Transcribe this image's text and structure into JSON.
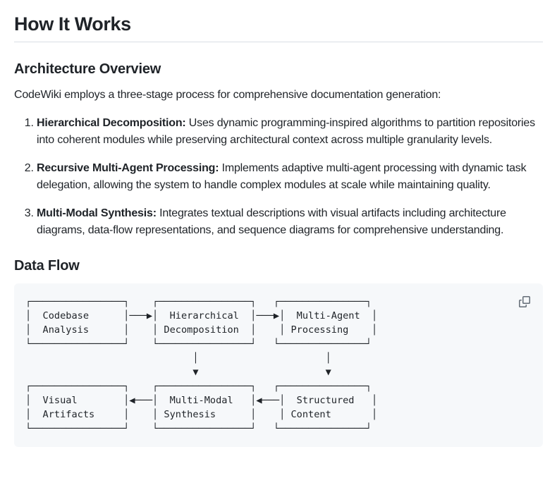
{
  "page": {
    "title": "How It Works"
  },
  "architecture": {
    "heading": "Architecture Overview",
    "intro": "CodeWiki employs a three-stage process for comprehensive documentation generation:",
    "steps": [
      {
        "label": "Hierarchical Decomposition:",
        "text": " Uses dynamic programming-inspired algorithms to partition repositories into coherent modules while preserving architectural context across multiple granularity levels."
      },
      {
        "label": "Recursive Multi-Agent Processing:",
        "text": " Implements adaptive multi-agent processing with dynamic task delegation, allowing the system to handle complex modules at scale while maintaining quality."
      },
      {
        "label": "Multi-Modal Synthesis:",
        "text": " Integrates textual descriptions with visual artifacts including architecture diagrams, data-flow representations, and sequence diagrams for comprehensive understanding."
      }
    ]
  },
  "data_flow": {
    "heading": "Data Flow",
    "diagram_lines": [
      "┌────────────────┐    ┌────────────────┐   ┌───────────────┐",
      "│  Codebase      │───▶│  Hierarchical  │───▶│  Multi-Agent  │",
      "│  Analysis      │    │ Decomposition  │    │ Processing    │",
      "└────────────────┘    └────────────────┘   └───────────────┘",
      "                             │                      │",
      "                             ▼                      ▼",
      "┌────────────────┐    ┌────────────────┐   ┌───────────────┐",
      "│  Visual        │◀───│  Multi-Modal   │◀───│  Structured   │",
      "│  Artifacts     │    │ Synthesis      │    │ Content       │",
      "└────────────────┘    └────────────────┘   └───────────────┘"
    ],
    "nodes": [
      "Codebase Analysis",
      "Hierarchical Decomposition",
      "Multi-Agent Processing",
      "Structured Content",
      "Multi-Modal Synthesis",
      "Visual Artifacts"
    ],
    "copy_button_tooltip": "Copy"
  },
  "icons": {
    "copy": "two-overlapping-squares-outline"
  },
  "colors": {
    "text": "#1f2328",
    "heading_border": "#d8dee4",
    "code_block_bg": "#f6f8fa",
    "icon_gray": "#636c76"
  }
}
